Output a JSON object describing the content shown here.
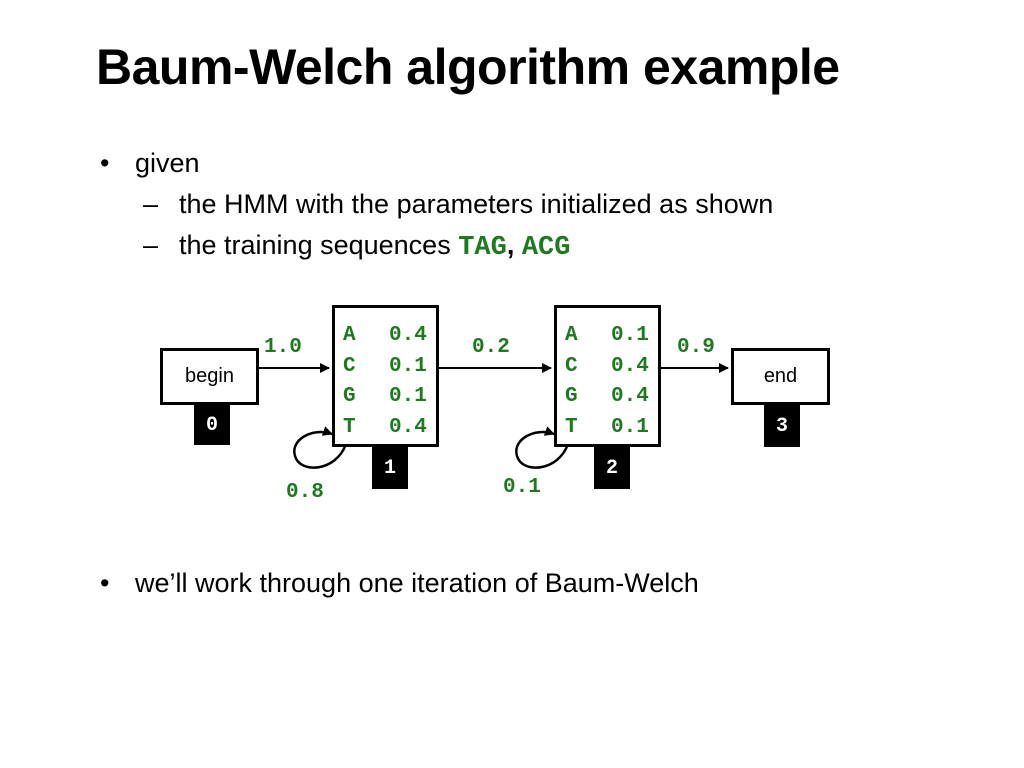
{
  "title": "Baum-Welch algorithm example",
  "bullets": {
    "given": "given",
    "sub1": "the HMM with the parameters initialized as shown",
    "sub2_prefix": "the training sequences ",
    "seq1": "TAG",
    "comma": ",",
    "seq2": "ACG",
    "iterate": "we’ll work through one iteration of Baum-Welch"
  },
  "markers": {
    "bullet": "•",
    "dash": "–"
  },
  "hmm": {
    "begin": {
      "name": "begin",
      "id": "0"
    },
    "end": {
      "name": "end",
      "id": "3"
    },
    "state1": {
      "id": "1",
      "emissions": [
        {
          "symbol": "A",
          "prob": "0.4"
        },
        {
          "symbol": "C",
          "prob": "0.1"
        },
        {
          "symbol": "G",
          "prob": "0.1"
        },
        {
          "symbol": "T",
          "prob": "0.4"
        }
      ],
      "self_loop": "0.8"
    },
    "state2": {
      "id": "2",
      "emissions": [
        {
          "symbol": "A",
          "prob": "0.1"
        },
        {
          "symbol": "C",
          "prob": "0.4"
        },
        {
          "symbol": "G",
          "prob": "0.4"
        },
        {
          "symbol": "T",
          "prob": "0.1"
        }
      ],
      "self_loop": "0.1"
    },
    "transitions": {
      "begin_to_1": "1.0",
      "s1_to_s2": "0.2",
      "s2_to_end": "0.9"
    }
  },
  "colors": {
    "green": "#1e7a1e",
    "black": "#000000"
  }
}
